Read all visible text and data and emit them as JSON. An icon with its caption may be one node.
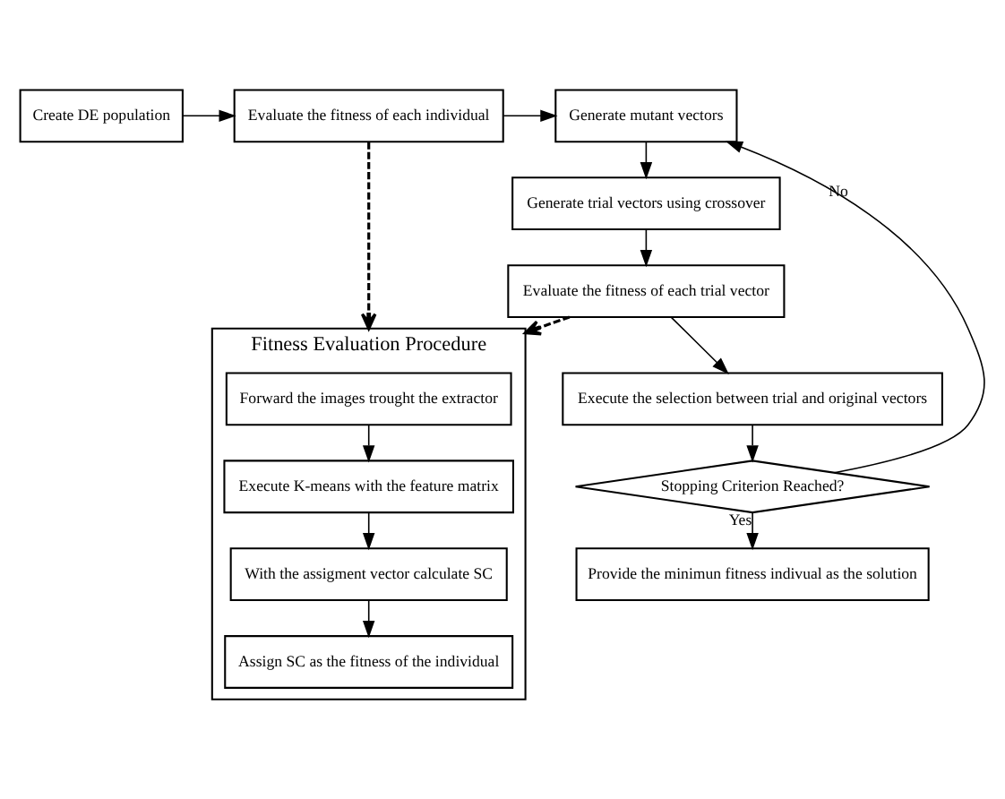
{
  "diagram": {
    "nodes": [
      {
        "text": [
          "Create DE population"
        ]
      },
      {
        "text": [
          "Evaluate the fitness of each individual"
        ]
      },
      {
        "text": [
          "Generate mutant vectors"
        ]
      },
      {
        "text": [
          "Generate trial vectors using crossover"
        ]
      },
      {
        "text": [
          "Fitness Evaluation Procedure"
        ]
      },
      {
        "text": [
          "Forward the images trought the extractor"
        ],
        "in": 4
      },
      {
        "text": [
          "Execute K-means with the feature matrix"
        ],
        "in": 4
      },
      {
        "text": [
          "With the assigment vector calculate SC"
        ],
        "in": 4
      },
      {
        "text": [
          "Assign SC as the fitness of the individual"
        ],
        "in": 4
      },
      {
        "text": [
          "Evaluate the fitness of each trial vector"
        ]
      },
      {
        "text": [
          "Execute the selection between trial and original vectors"
        ]
      },
      {
        "text": [
          "Stopping Criterion Reached?"
        ]
      },
      {
        "text": [
          "Provide the minimun fitness indivual as the solution"
        ]
      }
    ],
    "edges": [
      {
        "from": 0,
        "to": 1,
        "arrow": "to"
      },
      {
        "from": 1,
        "to": 2,
        "arrow": "to"
      },
      {
        "from": 2,
        "to": 3,
        "arrow": "to"
      },
      {
        "from": 3,
        "to": 9,
        "arrow": "to"
      },
      {
        "from": 9,
        "to": 10,
        "arrow": "to"
      },
      {
        "from": 10,
        "to": 11,
        "arrow": "to"
      },
      {
        "from": 11,
        "to": 12,
        "arrow": "to",
        "label": "Yes"
      },
      {
        "from": 11,
        "to": 2,
        "arrow": "to",
        "label": "No"
      },
      {
        "from": 1,
        "to": 4,
        "arrow": "to",
        "style": "dashed"
      },
      {
        "from": 9,
        "to": 4,
        "arrow": "to",
        "style": "dashed"
      },
      {
        "from": 5,
        "to": 6,
        "arrow": "to"
      },
      {
        "from": 6,
        "to": 7,
        "arrow": "to"
      },
      {
        "from": 7,
        "to": 8,
        "arrow": "to"
      }
    ]
  }
}
